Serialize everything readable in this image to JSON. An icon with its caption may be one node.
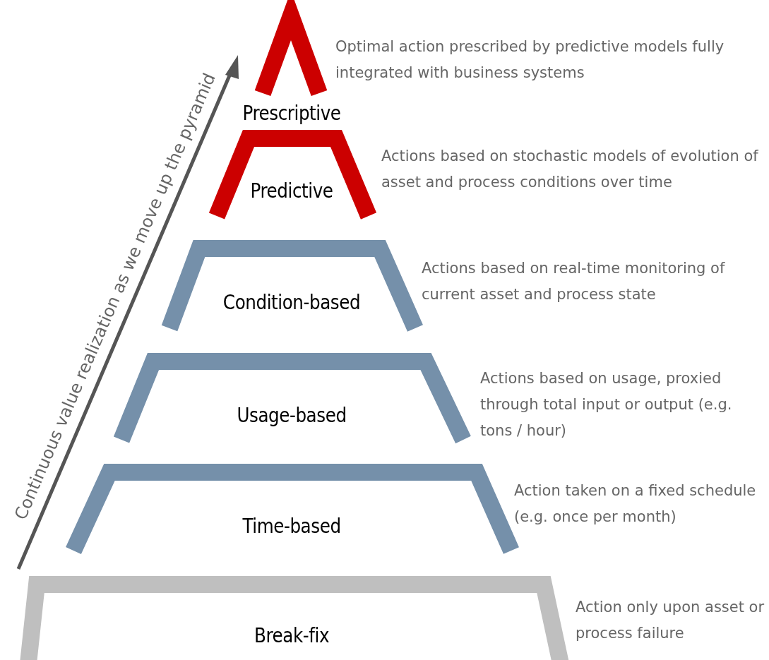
{
  "diagram": {
    "nodes": [
      {
        "text": [
          "Prescriptive"
        ],
        "beside": [
          "Optimal action prescribed by predictive models fully integrated with business systems"
        ]
      },
      {
        "text": [
          "Predictive"
        ],
        "beside": [
          "Actions based on stochastic models of evolution of asset and process conditions over time"
        ]
      },
      {
        "text": [
          "Condition-based"
        ],
        "beside": [
          "Actions based on real-time monitoring of current asset and process state"
        ]
      },
      {
        "text": [
          "Usage-based"
        ],
        "beside": [
          "Actions based on usage, proxied through total input or output (e.g. tons / hour)"
        ]
      },
      {
        "text": [
          "Time-based"
        ],
        "beside": [
          "Action taken on a fixed schedule (e.g. once per month)"
        ]
      },
      {
        "text": [
          "Break-fix"
        ],
        "beside": [
          "Action only upon asset or process failure"
        ]
      }
    ],
    "labels": [
      "Continuous value realization as we move up the pyramid"
    ]
  }
}
